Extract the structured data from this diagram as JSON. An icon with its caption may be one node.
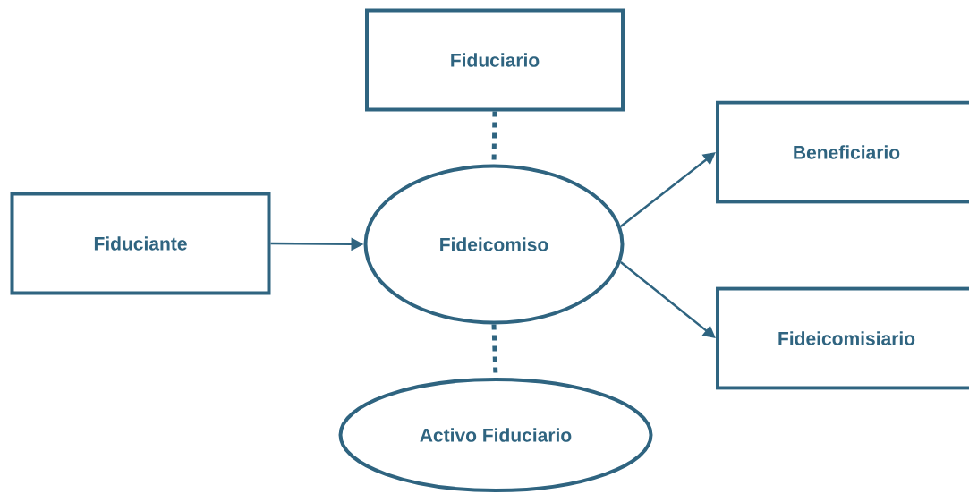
{
  "diagram": {
    "nodes": [
      {
        "text": [
          "Fiduciario"
        ]
      },
      {
        "text": [
          "Fiduciante"
        ]
      },
      {
        "text": [
          "Fideicomiso"
        ]
      },
      {
        "text": [
          "Beneficiario"
        ]
      },
      {
        "text": [
          "Fideicomisiario"
        ]
      },
      {
        "text": [
          "Activo Fiduciario"
        ]
      }
    ],
    "edges": [
      {
        "from": 1,
        "to": 2,
        "arrow": "to"
      },
      {
        "from": 2,
        "to": 3,
        "arrow": "to"
      },
      {
        "from": 2,
        "to": 4,
        "arrow": "to"
      },
      {
        "from": 0,
        "to": 2,
        "arrow": "none",
        "style": "dashed"
      },
      {
        "from": 2,
        "to": 5,
        "arrow": "none",
        "style": "dashed"
      }
    ]
  }
}
